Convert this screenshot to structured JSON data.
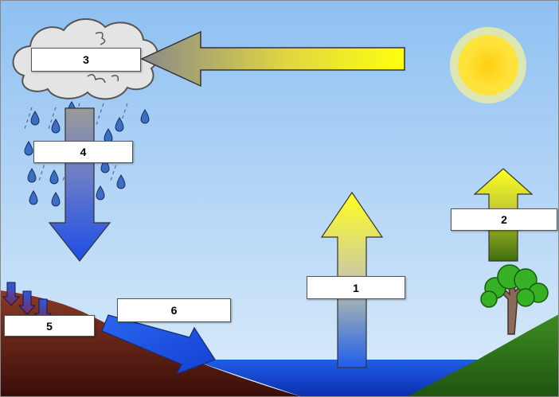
{
  "labels": [
    "1",
    "2",
    "3",
    "4",
    "5",
    "6"
  ],
  "icons": {
    "sun": "sun-icon",
    "cloud": "cloud-icon",
    "tree": "tree-icon",
    "raindrop": "raindrop-icon"
  },
  "colors": {
    "sky_top": "#8ec0f2",
    "sky_bottom": "#d8eaf9",
    "water": "#1144dd",
    "soil": "#5a1a10",
    "grass": "#2f7a1a",
    "sun": "#ffd21a",
    "rain": "#3a6fc4"
  }
}
